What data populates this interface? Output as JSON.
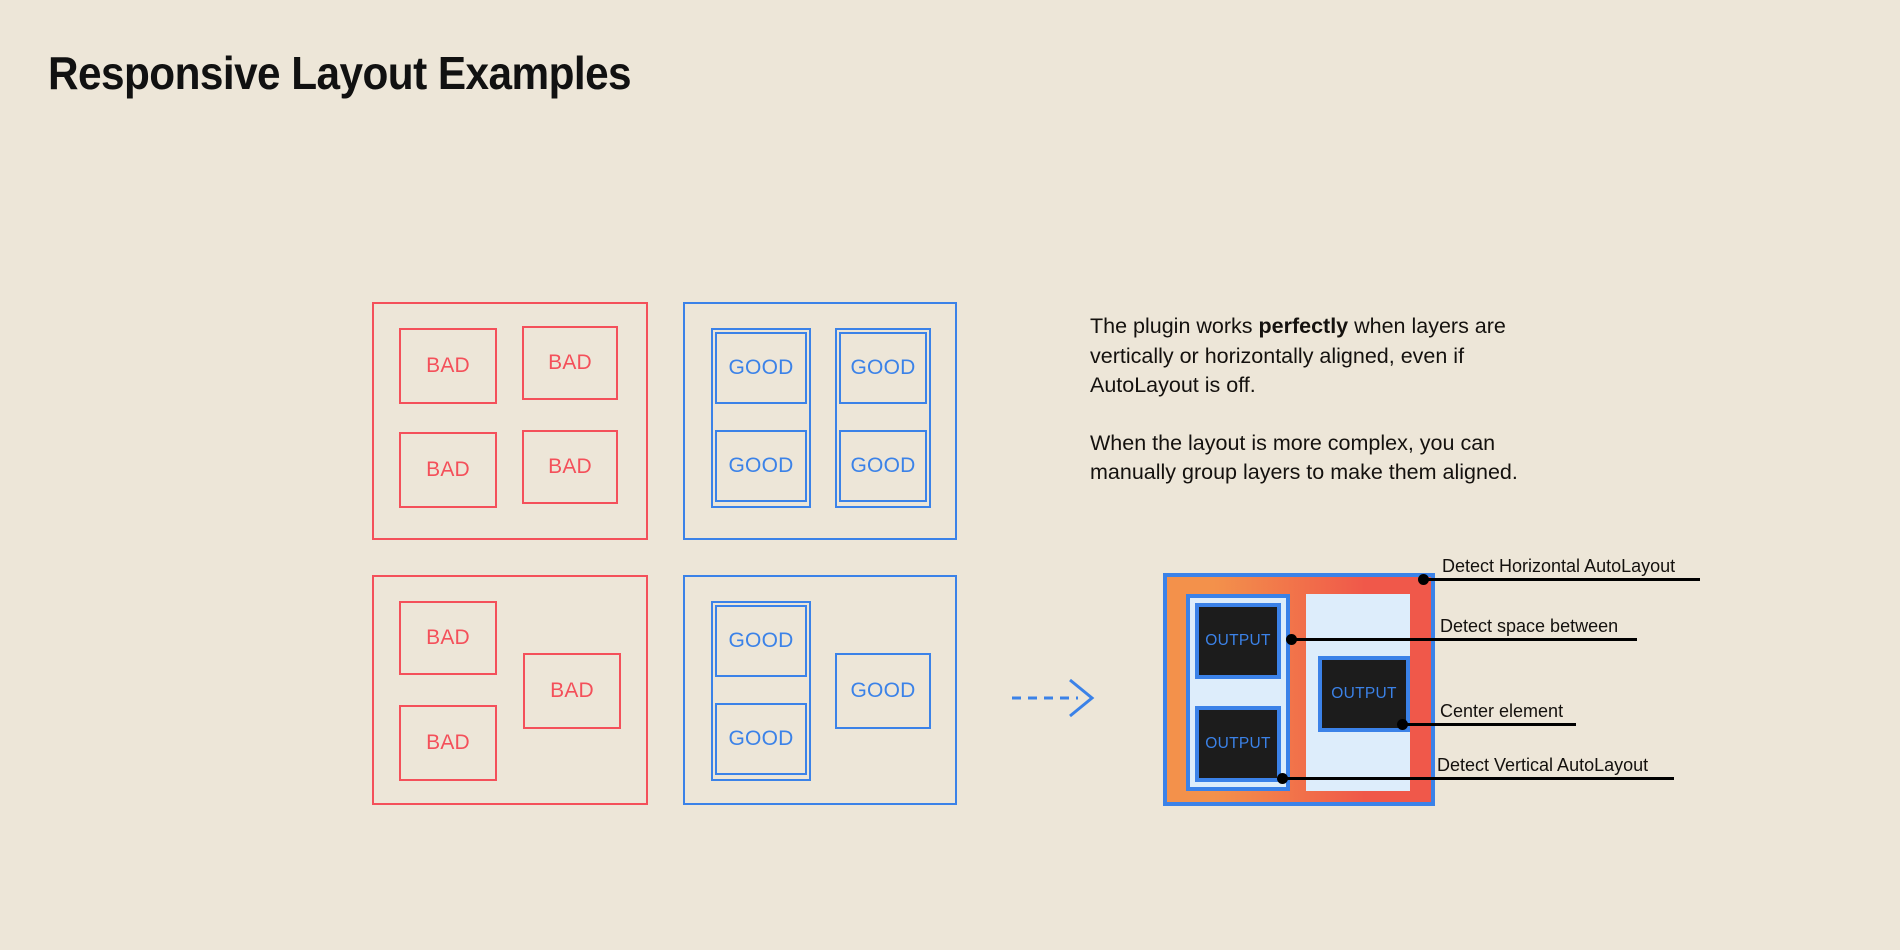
{
  "title": "Responsive Layout Examples",
  "colors": {
    "background": "#EDE6D8",
    "bad": "#F4505A",
    "good": "#3B82E8",
    "text": "#14110E",
    "diagram_orange": "#F3914B",
    "diagram_red": "#F0584A",
    "diagram_panel": "#DDEDFB",
    "output_box": "#1C1C1C"
  },
  "labels": {
    "bad": "BAD",
    "good": "GOOD",
    "output": "OUTPUT"
  },
  "panels": {
    "bad_grid": {
      "name": "bad-aligned-grid",
      "cells": [
        "BAD",
        "BAD",
        "BAD",
        "BAD"
      ]
    },
    "good_grid": {
      "name": "good-aligned-grid",
      "groups": [
        {
          "cells": [
            "GOOD",
            "GOOD"
          ]
        },
        {
          "cells": [
            "GOOD",
            "GOOD"
          ]
        }
      ]
    },
    "bad_complex": {
      "name": "bad-complex-layout",
      "cells": [
        "BAD",
        "BAD",
        "BAD"
      ]
    },
    "good_complex": {
      "name": "good-complex-layout",
      "groups": [
        {
          "cells": [
            "GOOD",
            "GOOD"
          ]
        }
      ],
      "loose": [
        "GOOD"
      ]
    }
  },
  "copy": {
    "paragraph_1_before": "The plugin works ",
    "paragraph_1_bold": "perfectly",
    "paragraph_1_after": " when layers are vertically or horizontally aligned, even if AutoLayout is off.",
    "paragraph_2": "When the layout is more complex, you can manually group layers to make them aligned."
  },
  "diagram": {
    "outputs": [
      "OUTPUT",
      "OUTPUT",
      "OUTPUT"
    ],
    "annotations": [
      {
        "id": "detect-horizontal-autolayout",
        "label": "Detect Horizontal AutoLayout"
      },
      {
        "id": "detect-space-between",
        "label": "Detect space between"
      },
      {
        "id": "center-element",
        "label": "Center element"
      },
      {
        "id": "detect-vertical-autolayout",
        "label": "Detect Vertical AutoLayout"
      }
    ]
  },
  "arrow": {
    "name": "flow-arrow",
    "style": "dashed-right"
  }
}
